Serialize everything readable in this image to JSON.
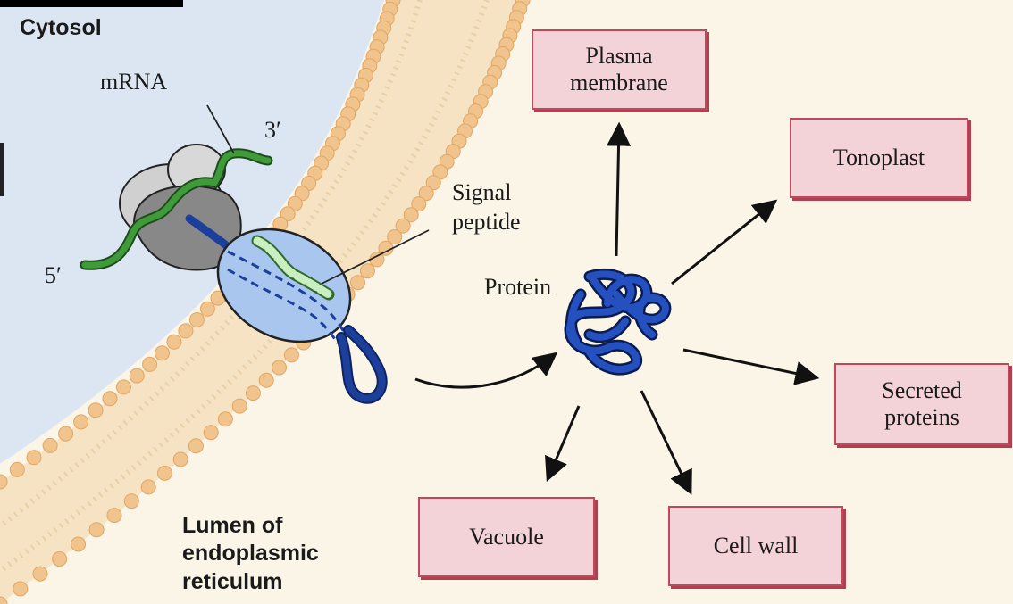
{
  "labels": {
    "cytosol": "Cytosol",
    "mrna": "mRNA",
    "three_prime": "3′",
    "five_prime": "5′",
    "signal_peptide": "Signal\npeptide",
    "protein": "Protein",
    "lumen": "Lumen of\nendoplasmic\nreticulum"
  },
  "destinations": {
    "plasma_membrane": "Plasma\nmembrane",
    "tonoplast": "Tonoplast",
    "secreted_proteins": "Secreted\nproteins",
    "vacuole": "Vacuole",
    "cell_wall": "Cell wall"
  },
  "colors": {
    "cytosol_bg": "#dce6f2",
    "lumen_bg": "#faf5e6",
    "membrane_head": "#f0c48c",
    "membrane_tail": "#f5e3c4",
    "destination_fill": "#f3d3d8",
    "destination_border": "#c0485a",
    "protein_blue": "#1c3f9c",
    "mrna_green": "#3f9b3a",
    "ribosome_large": "#8c8c8c",
    "ribosome_small": "#cfcfcf",
    "translocon": "#a9c6ef"
  }
}
